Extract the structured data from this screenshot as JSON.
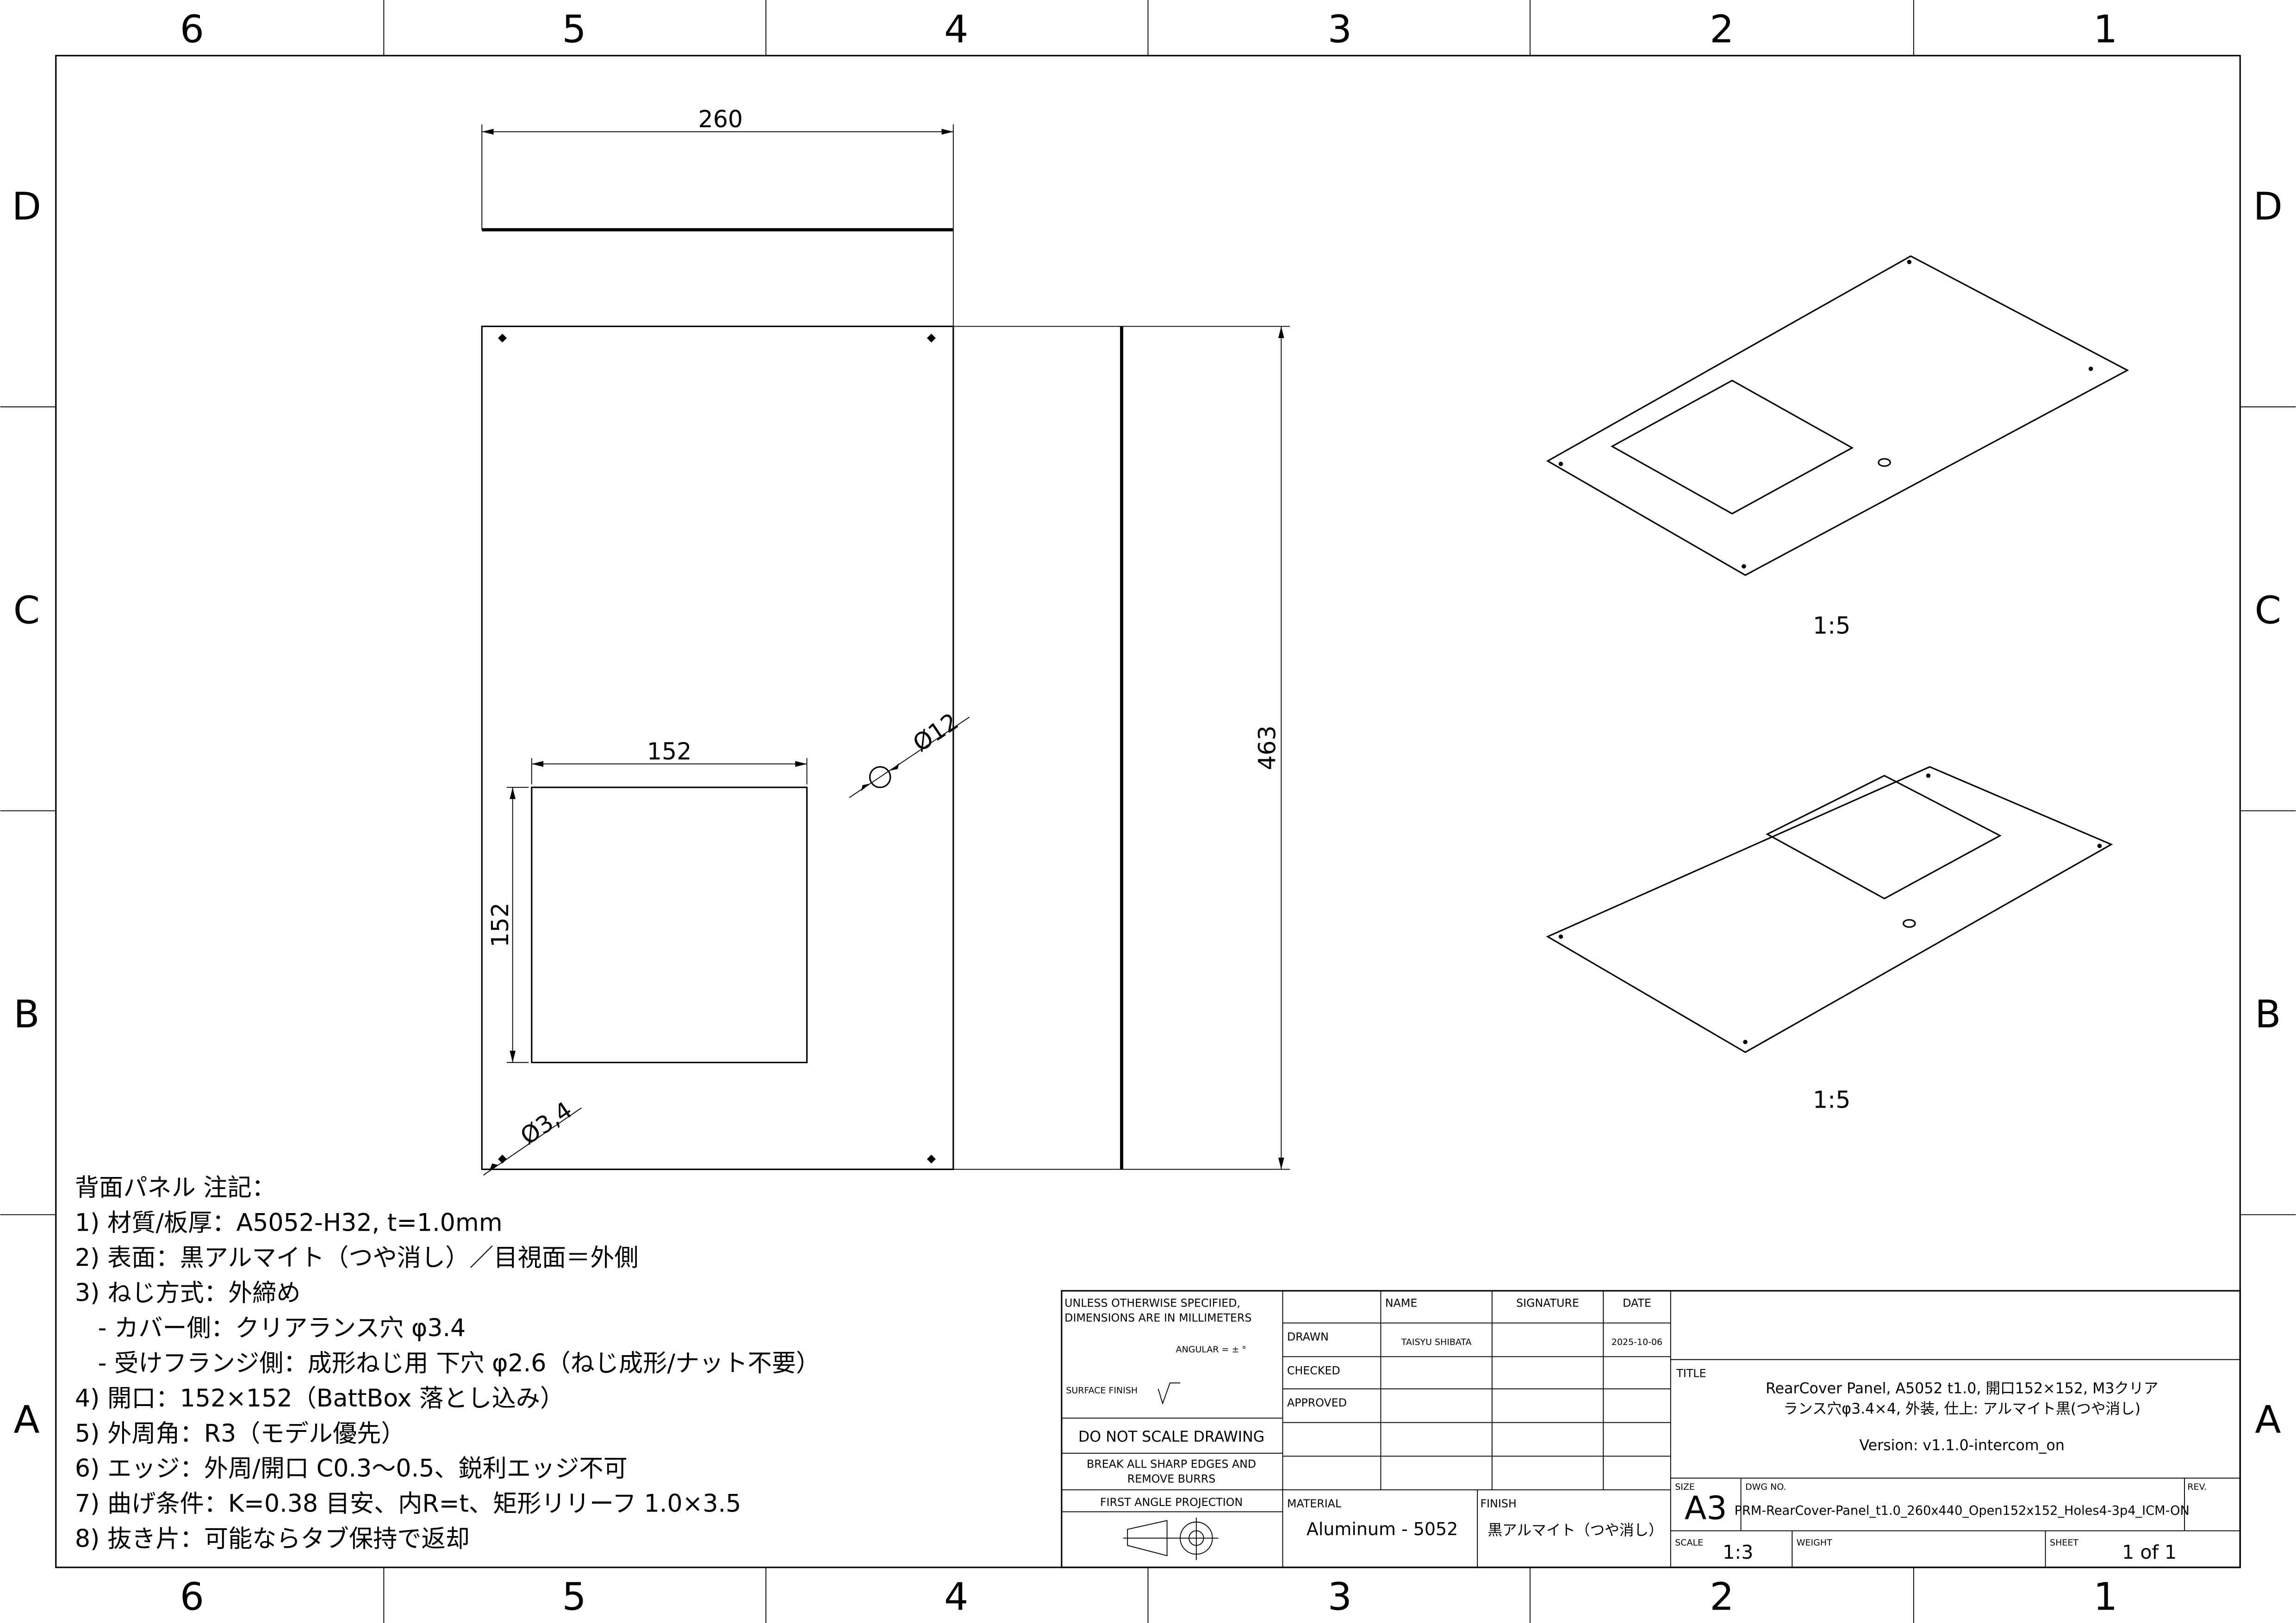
{
  "zones": {
    "columns": [
      "6",
      "5",
      "4",
      "3",
      "2",
      "1"
    ],
    "rows": [
      "D",
      "C",
      "B",
      "A"
    ]
  },
  "front_view": {
    "dims": {
      "width": "260",
      "height": "463",
      "opening_w": "152",
      "opening_h": "152",
      "hole_large": "Ø12",
      "hole_small": "Ø3,4"
    }
  },
  "iso_views": [
    {
      "scale": "1:5"
    },
    {
      "scale": "1:5"
    }
  ],
  "notes": {
    "heading": "背面パネル 注記：",
    "lines": [
      "1) 材質/板厚：A5052-H32, t=1.0mm",
      "2) 表面：黒アルマイト（つや消し）／目視面＝外側",
      "3) ねじ方式：外締め",
      "   - カバー側：クリアランス穴 φ3.4",
      "   - 受けフランジ側：成形ねじ用 下穴 φ2.6（ねじ成形/ナット不要）",
      "4) 開口：152×152（BattBox 落とし込み）",
      "5) 外周角：R3（モデル優先）",
      "6) エッジ：外周/開口 C0.3〜0.5、鋭利エッジ不可",
      "7) 曲げ条件：K=0.38 目安、内R=t、矩形リリーフ 1.0×3.5",
      "8) 抜き片：可能ならタブ保持で返却"
    ]
  },
  "title_block": {
    "unless_1": "UNLESS OTHERWISE SPECIFIED,",
    "unless_2": "DIMENSIONS ARE IN MILLIMETERS",
    "angular": "ANGULAR = ± °",
    "surface_finish": "SURFACE FINISH",
    "do_not_scale": "DO NOT SCALE DRAWING",
    "break_edges_1": "BREAK ALL SHARP EDGES AND",
    "break_edges_2": "REMOVE BURRS",
    "projection": "FIRST ANGLE PROJECTION",
    "headers": {
      "name": "NAME",
      "signature": "SIGNATURE",
      "date": "DATE"
    },
    "drawn_label": "DRAWN",
    "drawn_name": "TAISYU SHIBATA",
    "drawn_date": "2025-10-06",
    "checked_label": "CHECKED",
    "approved_label": "APPROVED",
    "material_label": "MATERIAL",
    "material": "Aluminum - 5052",
    "finish_label": "FINISH",
    "finish": "黒アルマイト（つや消し）",
    "title_label": "TITLE",
    "title_1": "RearCover Panel, A5052 t1.0, 開口152×152, M3クリア",
    "title_2": "ランス穴φ3.4×4, 外装, 仕上: アルマイト黒(つや消し)",
    "version": "Version: v1.1.0-intercom_on",
    "size_label": "SIZE",
    "size": "A3",
    "dwg_label": "DWG NO.",
    "dwg_no": "PRM-RearCover-Panel_t1.0_260x440_Open152x152_Holes4-3p4_ICM-ON",
    "rev_label": "REV.",
    "scale_label": "SCALE",
    "scale": "1:3",
    "weight_label": "WEIGHT",
    "sheet_label": "SHEET",
    "sheet": "1 of 1"
  }
}
